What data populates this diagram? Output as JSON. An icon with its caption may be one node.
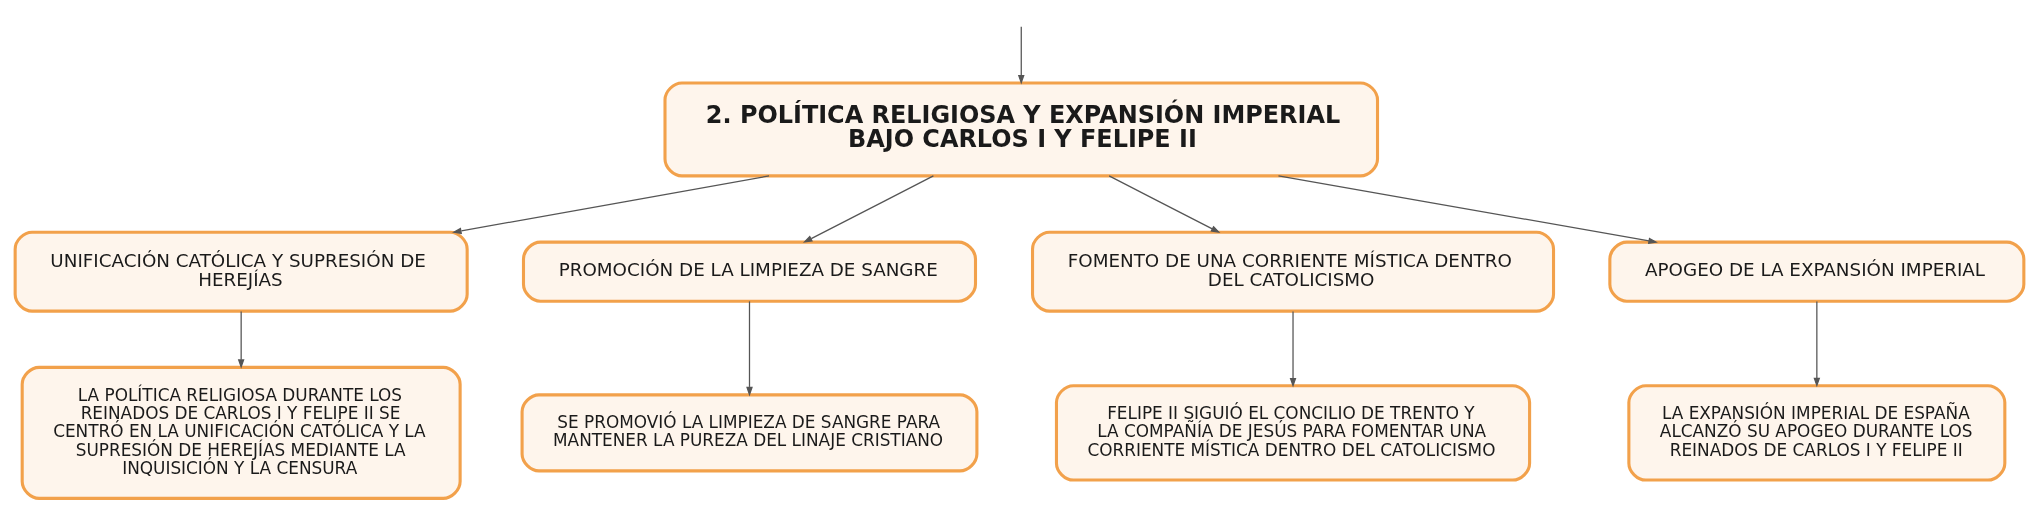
{
  "diagram": {
    "nodes": [
      {
        "text": [
          "2. POLÍTICA RELIGIOSA Y EXPANSIÓN IMPERIAL BAJO CARLOS I Y FELIPE II"
        ]
      },
      {
        "text": [
          "UNIFICACIÓN CATÓLICA Y SUPRESIÓN DE HEREJÍAS"
        ]
      },
      {
        "text": [
          "PROMOCIÓN DE LA LIMPIEZA DE SANGRE"
        ]
      },
      {
        "text": [
          "FOMENTO DE UNA CORRIENTE MÍSTICA DENTRO DEL CATOLICISMO"
        ]
      },
      {
        "text": [
          "APOGEO DE LA EXPANSIÓN IMPERIAL"
        ]
      },
      {
        "text": [
          "LA POLÍTICA RELIGIOSA DURANTE LOS REINADOS DE CARLOS I Y FELIPE II SE CENTRÓ EN LA UNIFICACIÓN CATÓLICA Y LA SUPRESIÓN DE HEREJÍAS MEDIANTE LA INQUISICIÓN Y LA CENSURA"
        ]
      },
      {
        "text": [
          "SE PROMOVIÓ LA LIMPIEZA DE SANGRE PARA MANTENER LA PUREZA DEL LINAJE CRISTIANO"
        ]
      },
      {
        "text": [
          "FELIPE II SIGUIÓ EL CONCILIO DE TRENTO Y LA COMPAÑÍA DE JESÚS PARA FOMENTAR UNA CORRIENTE MÍSTICA DENTRO DEL CATOLICISMO"
        ]
      },
      {
        "text": [
          "LA EXPANSIÓN IMPERIAL DE ESPAÑA ALCANZÓ SU APOGEO DURANTE LOS REINADOS DE CARLOS I Y FELIPE II"
        ]
      }
    ],
    "edges": [
      {
        "from": null,
        "to": 0,
        "arrow": "to"
      },
      {
        "from": 0,
        "to": 1,
        "arrow": "to"
      },
      {
        "from": 0,
        "to": 2,
        "arrow": "to"
      },
      {
        "from": 0,
        "to": 3,
        "arrow": "to"
      },
      {
        "from": 0,
        "to": 4,
        "arrow": "to"
      },
      {
        "from": 1,
        "to": 5,
        "arrow": "to"
      },
      {
        "from": 2,
        "to": 6,
        "arrow": "to"
      },
      {
        "from": 3,
        "to": 7,
        "arrow": "to"
      },
      {
        "from": 4,
        "to": 8,
        "arrow": "to"
      }
    ]
  }
}
